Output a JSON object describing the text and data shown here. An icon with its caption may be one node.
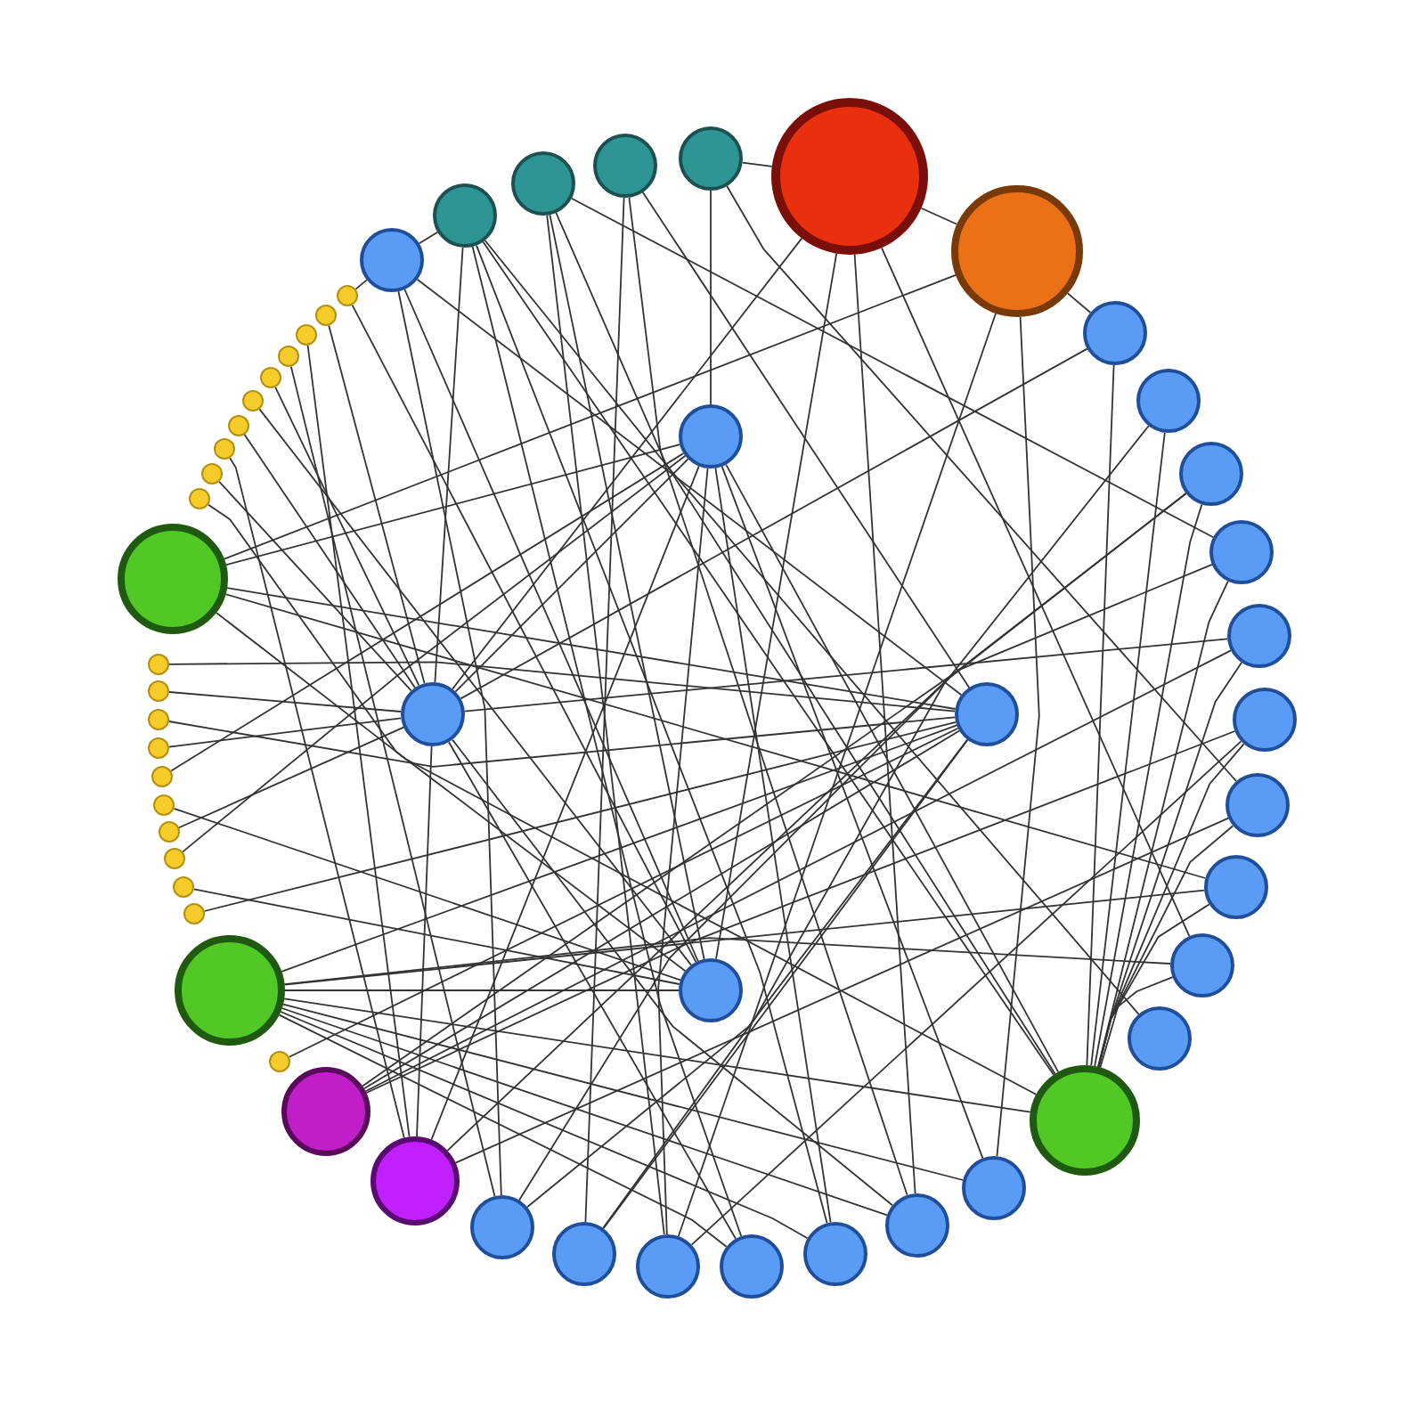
{
  "diagram": {
    "nodes": [
      {
        "text": [],
        "shape": "circle"
      },
      {
        "text": [],
        "shape": "circle"
      },
      {
        "text": [],
        "shape": "circle"
      },
      {
        "text": [],
        "shape": "circle"
      },
      {
        "text": [],
        "shape": "circle"
      },
      {
        "text": [],
        "shape": "circle"
      },
      {
        "text": [],
        "shape": "circle"
      },
      {
        "text": [],
        "shape": "circle"
      },
      {
        "text": [],
        "shape": "circle"
      },
      {
        "text": [],
        "shape": "circle"
      },
      {
        "text": [],
        "shape": "circle"
      },
      {
        "text": [],
        "shape": "circle"
      },
      {
        "text": [],
        "shape": "circle"
      },
      {
        "text": [],
        "shape": "circle"
      },
      {
        "text": [],
        "shape": "circle"
      },
      {
        "text": [],
        "shape": "circle"
      },
      {
        "text": [],
        "shape": "circle"
      },
      {
        "text": [],
        "shape": "circle"
      },
      {
        "text": [],
        "shape": "circle"
      },
      {
        "text": [],
        "shape": "circle"
      },
      {
        "text": [],
        "shape": "circle"
      },
      {
        "text": [],
        "shape": "circle"
      },
      {
        "text": [],
        "shape": "circle"
      },
      {
        "text": [],
        "shape": "circle"
      },
      {
        "text": [],
        "shape": "circle"
      },
      {
        "text": [],
        "shape": "circle"
      },
      {
        "text": [],
        "shape": "circle"
      },
      {
        "text": [],
        "shape": "circle"
      },
      {
        "text": [],
        "shape": "circle"
      },
      {
        "text": [],
        "shape": "circle"
      },
      {
        "text": [],
        "shape": "circle"
      },
      {
        "text": [],
        "shape": "circle"
      },
      {
        "text": [],
        "shape": "circle"
      },
      {
        "text": [],
        "shape": "circle"
      },
      {
        "text": [],
        "shape": "circle"
      },
      {
        "text": [],
        "shape": "circle"
      },
      {
        "text": [],
        "shape": "circle"
      },
      {
        "text": [],
        "shape": "circle"
      },
      {
        "text": [],
        "shape": "circle"
      },
      {
        "text": [],
        "shape": "circle"
      },
      {
        "text": [],
        "shape": "circle"
      },
      {
        "text": [],
        "shape": "circle"
      },
      {
        "text": [],
        "shape": "circle"
      },
      {
        "text": [],
        "shape": "circle"
      },
      {
        "text": [],
        "shape": "circle"
      },
      {
        "text": [],
        "shape": "circle"
      },
      {
        "text": [],
        "shape": "circle"
      },
      {
        "text": [],
        "shape": "circle"
      },
      {
        "text": [],
        "shape": "circle"
      },
      {
        "text": [],
        "shape": "circle"
      },
      {
        "text": [],
        "shape": "circle"
      },
      {
        "text": [],
        "shape": "circle"
      },
      {
        "text": [],
        "shape": "circle"
      },
      {
        "text": [],
        "shape": "circle"
      }
    ],
    "edges": [
      {
        "from": 24,
        "to": 52,
        "arrow": "none"
      },
      {
        "from": 25,
        "to": 53,
        "arrow": "none"
      },
      {
        "from": 26,
        "to": 50,
        "arrow": "none"
      },
      {
        "from": 27,
        "to": 51,
        "arrow": "none"
      },
      {
        "from": 28,
        "to": 53,
        "arrow": "none"
      },
      {
        "from": 29,
        "to": 50,
        "arrow": "none"
      },
      {
        "from": 30,
        "to": 51,
        "arrow": "none"
      },
      {
        "from": 31,
        "to": 52,
        "arrow": "none"
      },
      {
        "from": 32,
        "to": 51,
        "arrow": "none"
      },
      {
        "from": 33,
        "to": 52,
        "arrow": "none"
      },
      {
        "from": 35,
        "to": 53,
        "arrow": "none"
      },
      {
        "from": 36,
        "to": 51,
        "arrow": "none"
      },
      {
        "from": 37,
        "to": 20,
        "arrow": "none"
      },
      {
        "from": 38,
        "to": 51,
        "arrow": "none"
      },
      {
        "from": 39,
        "to": 53,
        "arrow": "none"
      },
      {
        "from": 40,
        "to": 51,
        "arrow": "none"
      },
      {
        "from": 41,
        "to": 19,
        "arrow": "none"
      },
      {
        "from": 42,
        "to": 20,
        "arrow": "none"
      },
      {
        "from": 43,
        "to": 51,
        "arrow": "none"
      },
      {
        "from": 44,
        "to": 53,
        "arrow": "none"
      },
      {
        "from": 22,
        "to": 52,
        "arrow": "none"
      },
      {
        "from": 23,
        "to": 52,
        "arrow": "none"
      },
      {
        "from": 23,
        "to": 12,
        "arrow": "none"
      },
      {
        "from": 23,
        "to": 13,
        "arrow": "none"
      },
      {
        "from": 23,
        "to": 14,
        "arrow": "none"
      },
      {
        "from": 23,
        "to": 15,
        "arrow": "none"
      },
      {
        "from": 23,
        "to": 10,
        "arrow": "none"
      },
      {
        "from": 23,
        "to": 9,
        "arrow": "none"
      },
      {
        "from": 23,
        "to": 53,
        "arrow": "none"
      },
      {
        "from": 23,
        "to": 16,
        "arrow": "none"
      },
      {
        "from": 34,
        "to": 50,
        "arrow": "none"
      },
      {
        "from": 34,
        "to": 52,
        "arrow": "none"
      },
      {
        "from": 34,
        "to": 12,
        "arrow": "none"
      },
      {
        "from": 34,
        "to": 9,
        "arrow": "none"
      },
      {
        "from": 12,
        "to": 2,
        "arrow": "none"
      },
      {
        "from": 12,
        "to": 3,
        "arrow": "none"
      },
      {
        "from": 12,
        "to": 4,
        "arrow": "none"
      },
      {
        "from": 12,
        "to": 5,
        "arrow": "none"
      },
      {
        "from": 12,
        "to": 6,
        "arrow": "none"
      },
      {
        "from": 12,
        "to": 7,
        "arrow": "none"
      },
      {
        "from": 12,
        "to": 8,
        "arrow": "none"
      },
      {
        "from": 12,
        "to": 9,
        "arrow": "none"
      },
      {
        "from": 12,
        "to": 10,
        "arrow": "none"
      },
      {
        "from": 12,
        "to": 50,
        "arrow": "none"
      },
      {
        "from": 12,
        "to": 46,
        "arrow": "none"
      },
      {
        "from": 12,
        "to": 47,
        "arrow": "none"
      },
      {
        "from": 21,
        "to": 5,
        "arrow": "none"
      },
      {
        "from": 21,
        "to": 6,
        "arrow": "none"
      },
      {
        "from": 21,
        "to": 7,
        "arrow": "none"
      },
      {
        "from": 21,
        "to": 52,
        "arrow": "none"
      },
      {
        "from": 20,
        "to": 4,
        "arrow": "none"
      },
      {
        "from": 20,
        "to": 8,
        "arrow": "none"
      },
      {
        "from": 20,
        "to": 51,
        "arrow": "none"
      },
      {
        "from": 20,
        "to": 50,
        "arrow": "none"
      },
      {
        "from": 0,
        "to": 49,
        "arrow": "none"
      },
      {
        "from": 0,
        "to": 1,
        "arrow": "none"
      },
      {
        "from": 0,
        "to": 51,
        "arrow": "none"
      },
      {
        "from": 0,
        "to": 53,
        "arrow": "none"
      },
      {
        "from": 0,
        "to": 14,
        "arrow": "none"
      },
      {
        "from": 0,
        "to": 10,
        "arrow": "none"
      },
      {
        "from": 1,
        "to": 2,
        "arrow": "none"
      },
      {
        "from": 1,
        "to": 13,
        "arrow": "none"
      },
      {
        "from": 1,
        "to": 17,
        "arrow": "none"
      },
      {
        "from": 1,
        "to": 34,
        "arrow": "none"
      },
      {
        "from": 46,
        "to": 51,
        "arrow": "none"
      },
      {
        "from": 46,
        "to": 15,
        "arrow": "none"
      },
      {
        "from": 46,
        "to": 16,
        "arrow": "none"
      },
      {
        "from": 46,
        "to": 11,
        "arrow": "none"
      },
      {
        "from": 47,
        "to": 53,
        "arrow": "none"
      },
      {
        "from": 47,
        "to": 17,
        "arrow": "none"
      },
      {
        "from": 47,
        "to": 5,
        "arrow": "none"
      },
      {
        "from": 48,
        "to": 52,
        "arrow": "none"
      },
      {
        "from": 48,
        "to": 18,
        "arrow": "none"
      },
      {
        "from": 48,
        "to": 14,
        "arrow": "none"
      },
      {
        "from": 49,
        "to": 50,
        "arrow": "none"
      },
      {
        "from": 49,
        "to": 8,
        "arrow": "none"
      },
      {
        "from": 45,
        "to": 44,
        "arrow": "none"
      },
      {
        "from": 45,
        "to": 46,
        "arrow": "none"
      },
      {
        "from": 45,
        "to": 19,
        "arrow": "none"
      },
      {
        "from": 45,
        "to": 52,
        "arrow": "none"
      },
      {
        "from": 45,
        "to": 53,
        "arrow": "none"
      },
      {
        "from": 2,
        "to": 51,
        "arrow": "none"
      },
      {
        "from": 3,
        "to": 18,
        "arrow": "none"
      },
      {
        "from": 4,
        "to": 19,
        "arrow": "none"
      },
      {
        "from": 6,
        "to": 51,
        "arrow": "none"
      },
      {
        "from": 7,
        "to": 17,
        "arrow": "none"
      },
      {
        "from": 13,
        "to": 50,
        "arrow": "none"
      },
      {
        "from": 14,
        "to": 51,
        "arrow": "none"
      },
      {
        "from": 15,
        "to": 50,
        "arrow": "none"
      },
      {
        "from": 16,
        "to": 51,
        "arrow": "none"
      },
      {
        "from": 17,
        "to": 50,
        "arrow": "none"
      },
      {
        "from": 18,
        "to": 52,
        "arrow": "none"
      },
      {
        "from": 19,
        "to": 52,
        "arrow": "none"
      },
      {
        "from": 50,
        "to": 51,
        "arrow": "none"
      }
    ]
  }
}
